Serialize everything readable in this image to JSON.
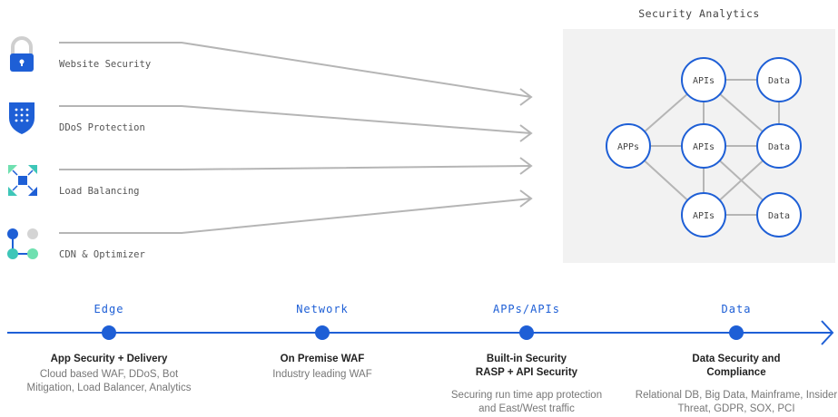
{
  "analytics_panel": {
    "title": "Security Analytics"
  },
  "sources": [
    {
      "label": "Website Security",
      "icon": "lock-icon"
    },
    {
      "label": "DDoS Protection",
      "icon": "shield-icon"
    },
    {
      "label": "Load Balancing",
      "icon": "arrows-icon"
    },
    {
      "label": "CDN & Optimizer",
      "icon": "network-dots-icon"
    }
  ],
  "network_nodes": [
    {
      "id": "apps",
      "label": "APPs"
    },
    {
      "id": "apis_top",
      "label": "APIs"
    },
    {
      "id": "apis_mid",
      "label": "APIs"
    },
    {
      "id": "apis_bot",
      "label": "APIs"
    },
    {
      "id": "data_top",
      "label": "Data"
    },
    {
      "id": "data_mid",
      "label": "Data"
    },
    {
      "id": "data_bot",
      "label": "Data"
    }
  ],
  "stages": [
    {
      "heading": "Edge",
      "title": "App Security + Delivery",
      "description": "Cloud based WAF, DDoS, Bot Mitigation, Load Balancer, Analytics"
    },
    {
      "heading": "Network",
      "title": "On Premise WAF",
      "description": "Industry leading WAF"
    },
    {
      "heading": "APPs/APIs",
      "title": "Built-in Security RASP + API Security",
      "description": "Securing run time app protection and East/West traffic"
    },
    {
      "heading": "Data",
      "title": "Data Security and Compliance",
      "description": "Relational DB, Big Data, Mainframe, Insider Threat, GDPR, SOX, PCI"
    }
  ],
  "colors": {
    "accent": "#1e5fd6",
    "line": "#b5b5b5",
    "panel": "#f2f2f2",
    "teal": "#3ec6b8",
    "mint": "#6fe0b0"
  }
}
